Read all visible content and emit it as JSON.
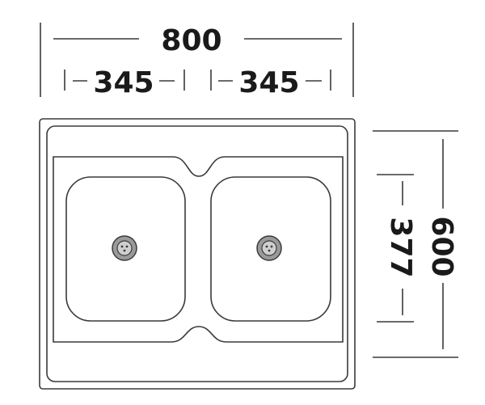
{
  "dimensions": {
    "overall_width": "800",
    "bowl_width_left": "345",
    "bowl_width_right": "345",
    "bowl_depth": "377",
    "overall_depth": "600"
  },
  "colors": {
    "line": "#3a3a3a",
    "text": "#1a1a1a",
    "drain_fill": "#9a9a9a",
    "background": "#ffffff"
  },
  "icons": {
    "drain_left": "drain-icon",
    "drain_right": "drain-icon"
  }
}
